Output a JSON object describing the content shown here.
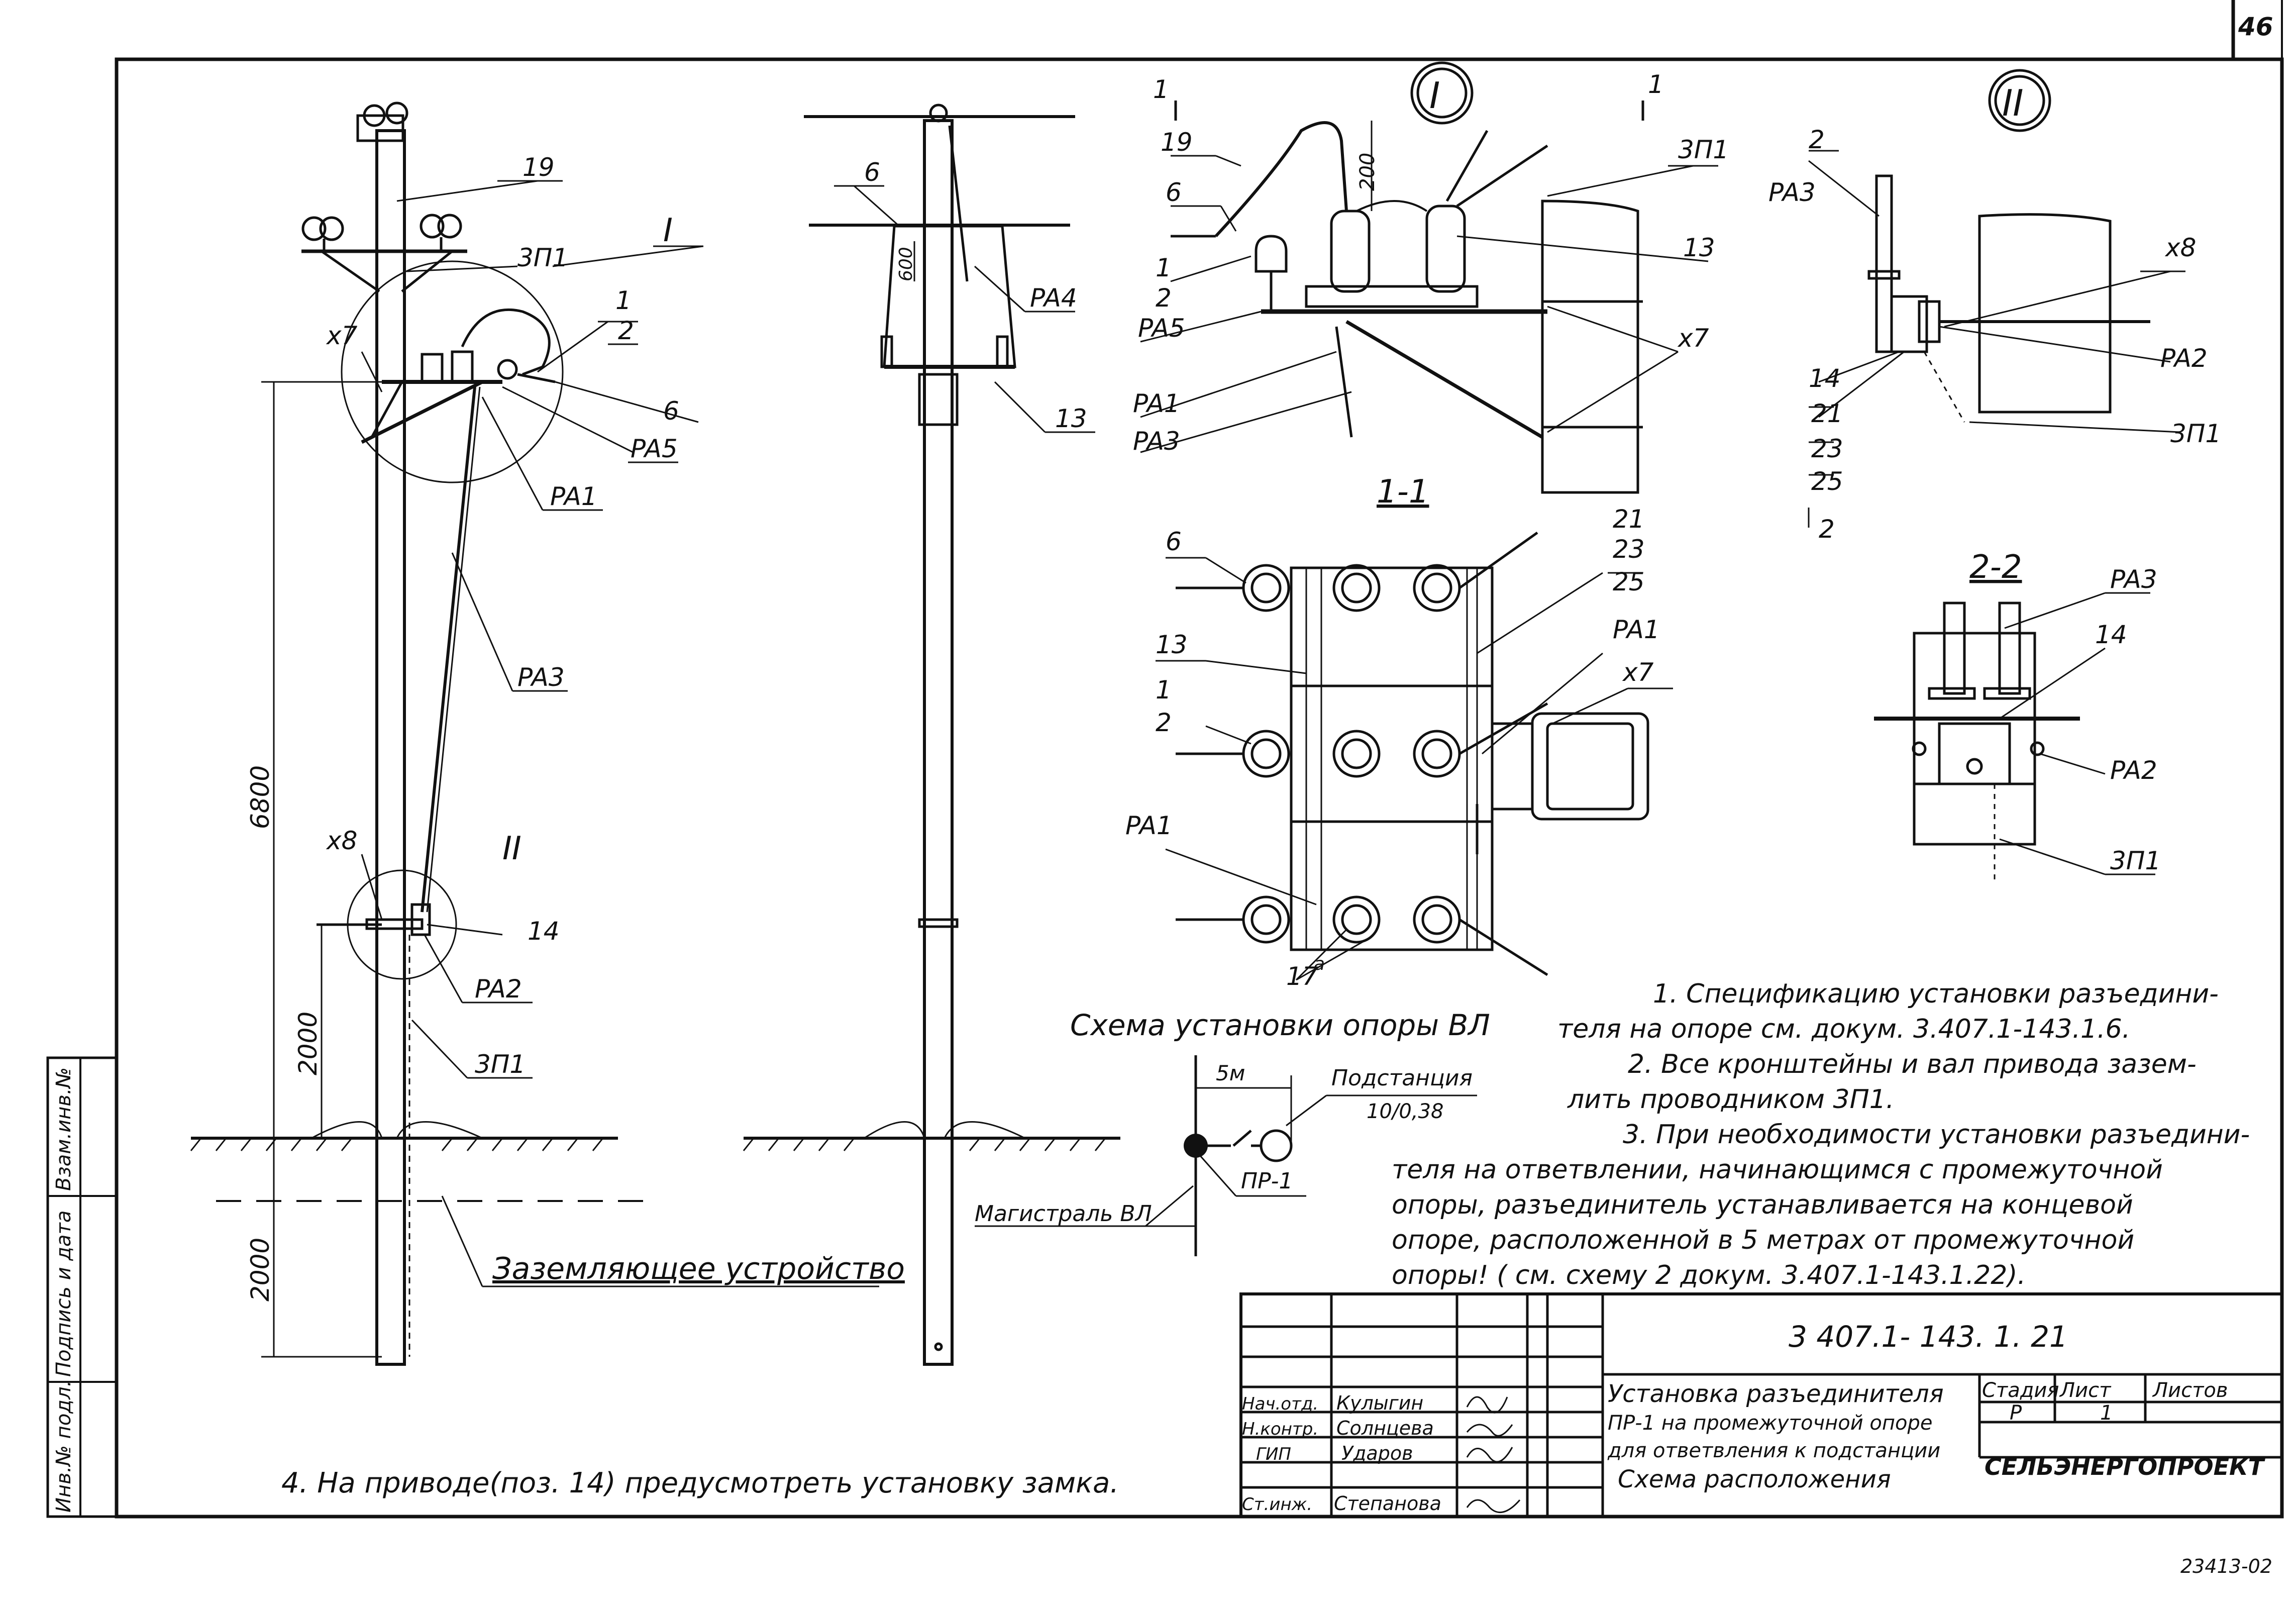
{
  "sheet": {
    "page_number": "46",
    "archive_number": "23413-02",
    "side_stamp": [
      "Инв.№ подл.",
      "Подпись и дата",
      "Взам.инв.№"
    ]
  },
  "view_left": {
    "labels": [
      "19",
      "3П1",
      "I",
      "1",
      "2",
      "x7",
      "6",
      "PA5",
      "PA1",
      "PA3",
      "x8",
      "II",
      "14",
      "PA2",
      "3П1"
    ],
    "dim_6800": "6800",
    "dim_2000_upper": "2000",
    "dim_2000_lower": "2000",
    "grounding": "Заземляющее устройство"
  },
  "view_middle": {
    "labels": [
      "6",
      "600",
      "PA4",
      "13"
    ]
  },
  "detail_I": {
    "title": "I",
    "section_mark": "1",
    "labels": [
      "19",
      "6",
      "1",
      "2",
      "PA5",
      "PA1",
      "PA3",
      "200",
      "3П1",
      "13",
      "x7"
    ]
  },
  "detail_II": {
    "title": "II",
    "section_mark": "2",
    "labels": [
      "PA3",
      "x8",
      "14",
      "21",
      "23",
      "25",
      "PA2",
      "3П1"
    ]
  },
  "section_11": {
    "title": "1-1",
    "labels": [
      "6",
      "21",
      "23",
      "25",
      "13",
      "PA1",
      "x7",
      "1",
      "2",
      "PA1",
      "17",
      "a"
    ]
  },
  "section_22": {
    "title": "2-2",
    "labels": [
      "PA3",
      "14",
      "PA2",
      "3П1"
    ]
  },
  "scheme": {
    "title": "Схема установки опоры ВЛ",
    "distance": "5м",
    "substation": "Подстанция",
    "substation_rating": "10/0,38",
    "switch": "ПР-1",
    "main_line": "Магистраль ВЛ"
  },
  "notes": [
    "1. Спецификацию установки разъедини-",
    "теля на опоре см. докум. 3.407.1-143.1.6.",
    "2. Все кронштейны и вал привода зазем-",
    "лить проводником 3П1.",
    "3. При необходимости установки разъедини-",
    "теля на ответвлении, начинающимся с промежуточной",
    "опоры, разъединитель устанавливается на концевой",
    "опоре, расположенной в 5 метрах от промежуточной",
    "опоры! ( см. схему 2 докум. 3.407.1-143.1.22)."
  ],
  "note4": "4. На приводе(поз. 14) предусмотреть установку замка.",
  "title_block": {
    "doc_code": "3 407.1- 143. 1. 21",
    "title_lines": [
      "Установка разъединителя",
      "ПР-1 на промежуточной опоре",
      "для ответвления к подстанции",
      "Схема расположения"
    ],
    "col_headers": [
      "Стадия",
      "Лист",
      "Листов"
    ],
    "stage": "Р",
    "sheet": "1",
    "company": "СЕЛЬЭНЕРГОПРОЕКТ",
    "signers": [
      {
        "role": "Нач.отд.",
        "name": "Кулыгин"
      },
      {
        "role": "Н.контр.",
        "name": "Солнцева"
      },
      {
        "role": "ГИП",
        "name": "Ударов"
      },
      {
        "role": "Ст.инж.",
        "name": "Степанова"
      }
    ]
  }
}
